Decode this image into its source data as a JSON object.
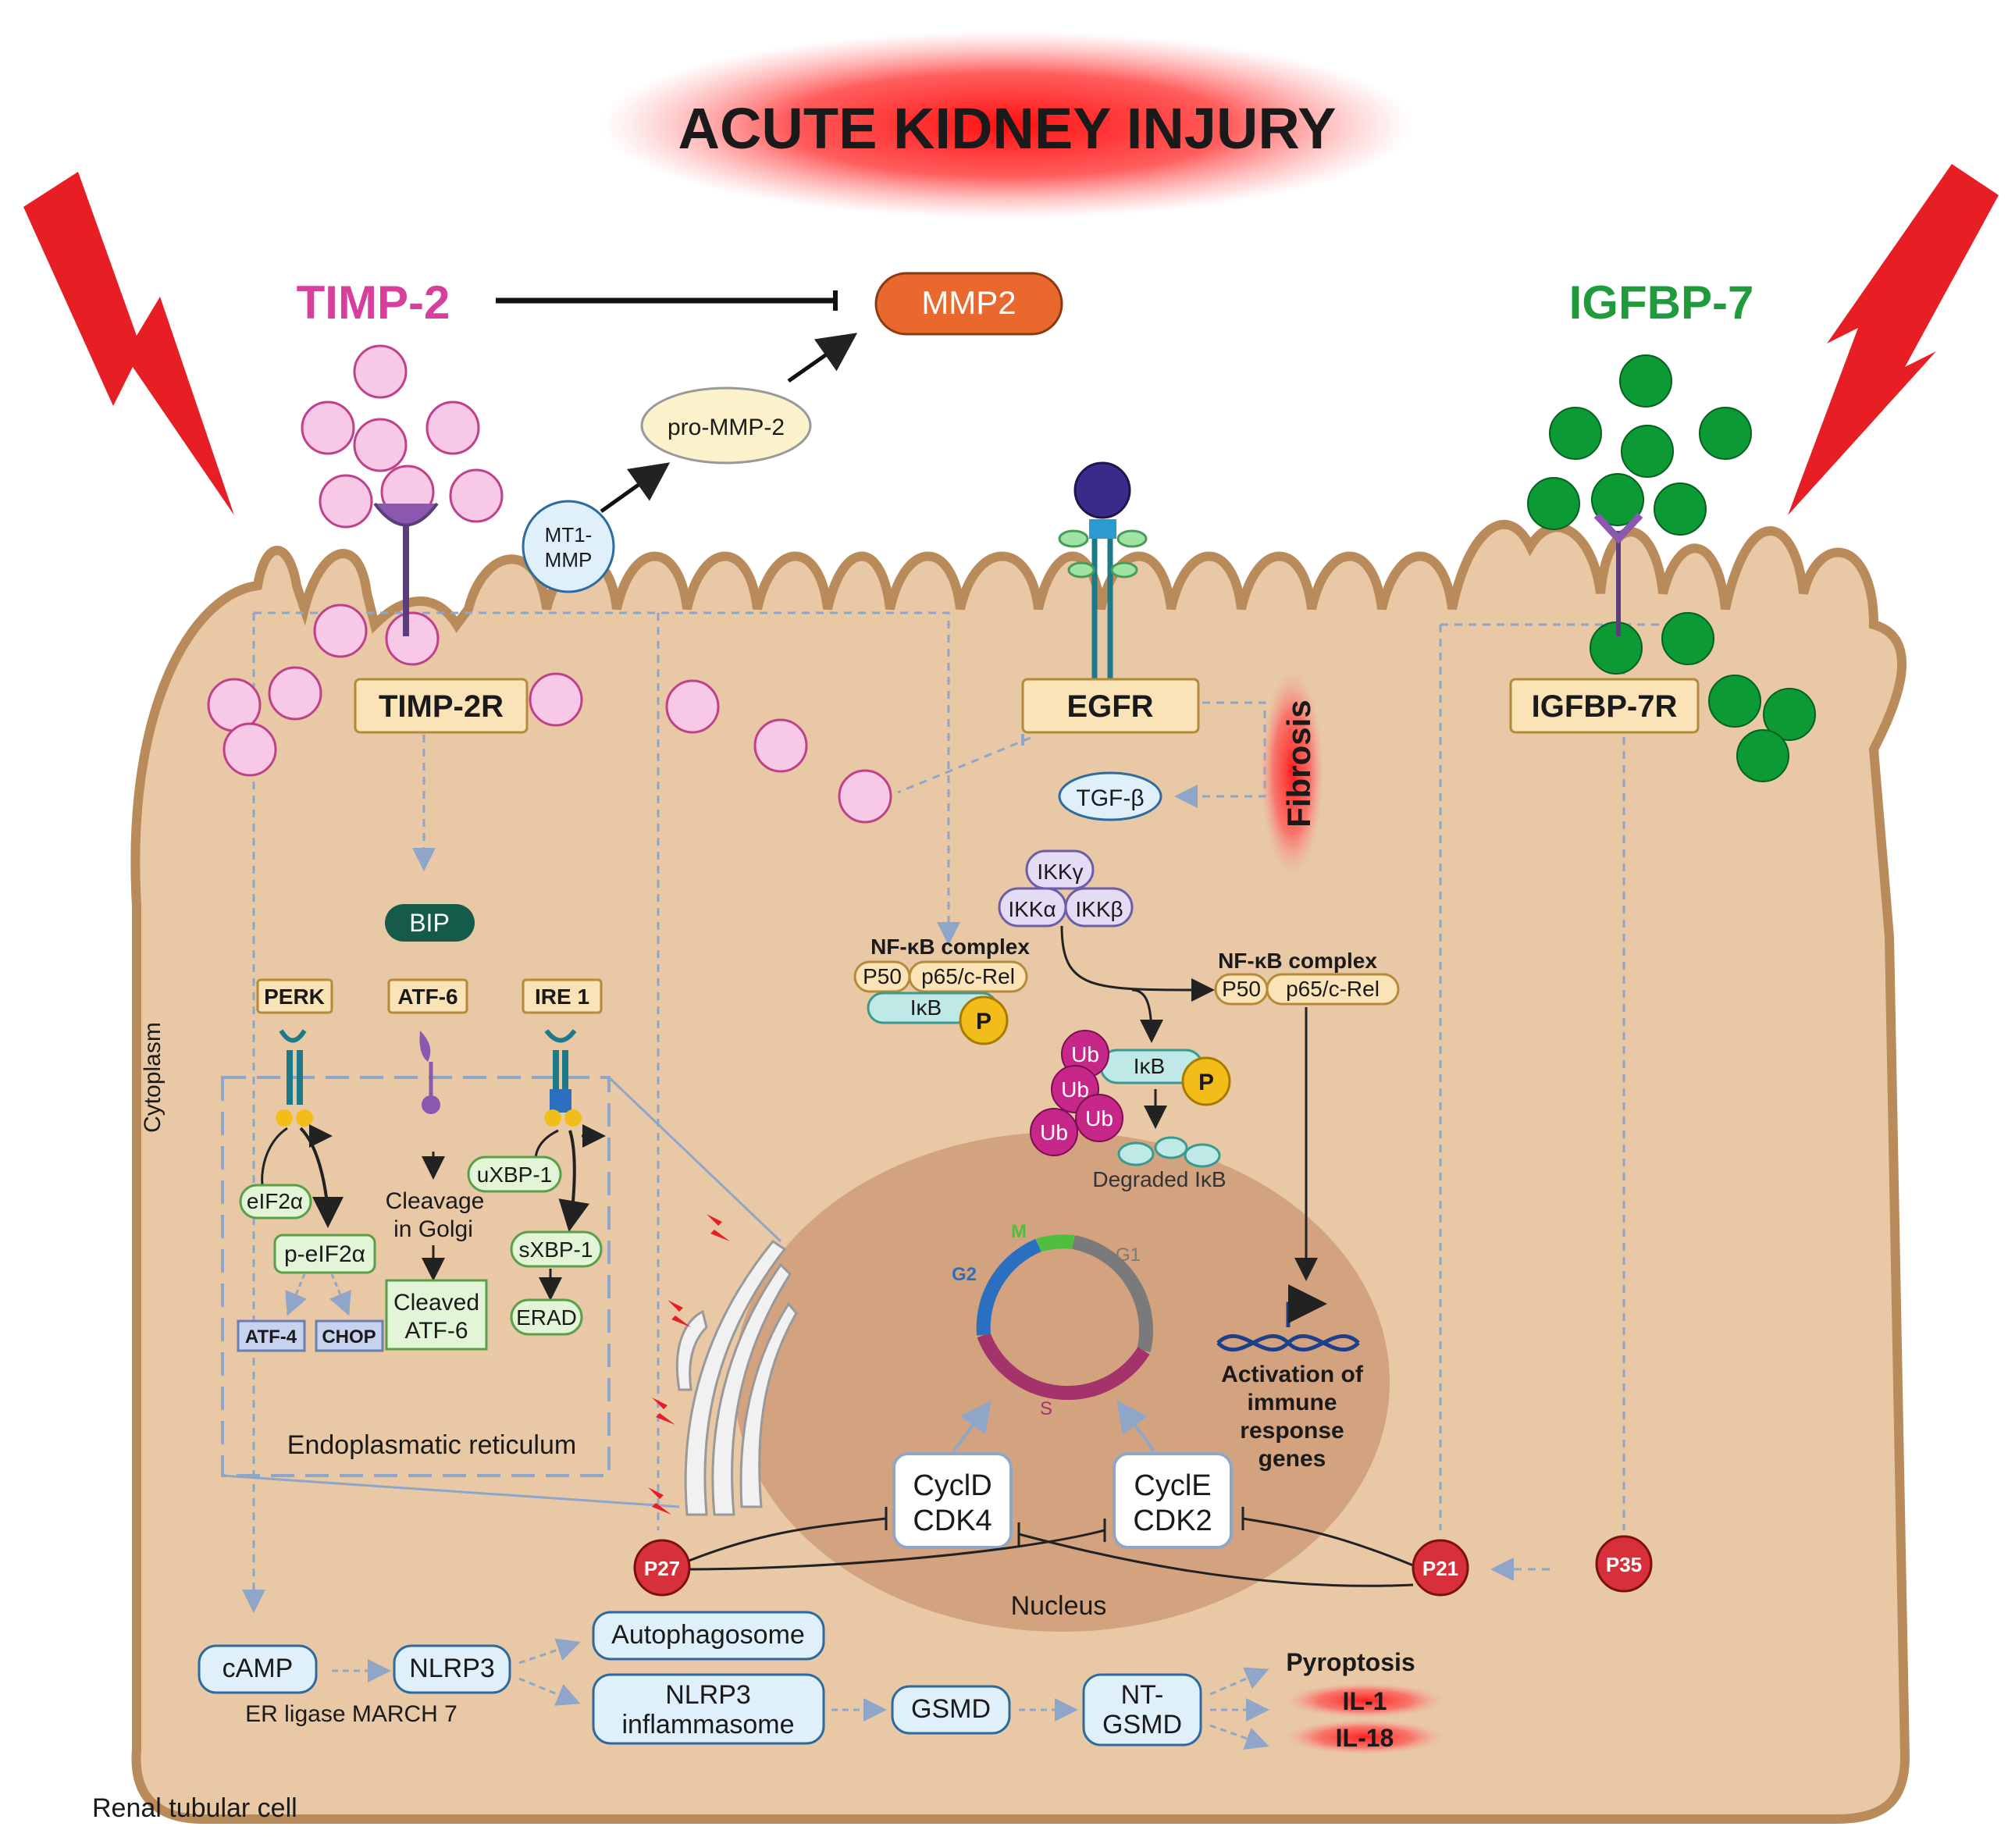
{
  "title": "ACUTE KIDNEY INJURY",
  "labels": {
    "timp2": "TIMP-2",
    "mmp2": "MMP2",
    "igfbp7": "IGFBP-7",
    "pro_mmp2": "pro-MMP-2",
    "mt1_mmp_line1": "MT1-",
    "mt1_mmp_line2": "MMP",
    "timp2r": "TIMP-2R",
    "egfr": "EGFR",
    "igfbp7r": "IGFBP-7R",
    "fibrosis": "Fibrosis",
    "tgfb": "TGF-β",
    "ikkg": "IKKγ",
    "ikka": "IKKα",
    "ikkb": "IKKβ",
    "nfkb_complex_1": "NF-κB complex",
    "nfkb_complex_2": "NF-κB complex",
    "p50_1": "P50",
    "p65_1": "p65/c-Rel",
    "p50_2": "P50",
    "p65_2": "p65/c-Rel",
    "ikb_1": "IκB",
    "ikb_2": "IκB",
    "p_1": "P",
    "p_2": "P",
    "ub": "Ub",
    "degraded_ikb": "Degraded IκB",
    "bip": "BIP",
    "perk": "PERK",
    "atf6": "ATF-6",
    "ire1": "IRE 1",
    "cytoplasm": "Cytoplasm",
    "eif2a": "eIF2α",
    "p_eif2a": "p-eIF2α",
    "atf4": "ATF-4",
    "chop": "CHOP",
    "cleavage_line1": "Cleavage",
    "cleavage_line2": "in Golgi",
    "cleaved_line1": "Cleaved",
    "cleaved_line2": "ATF-6",
    "uxbp1": "uXBP-1",
    "sxbp1": "sXBP-1",
    "erad": "ERAD",
    "er": "Endoplasmatic reticulum",
    "g2": "G2",
    "m": "M",
    "g1": "G1",
    "s": "S",
    "activation_line1": "Activation of",
    "activation_line2": "immune",
    "activation_line3": "response",
    "activation_line4": "genes",
    "cycd_line1": "CyclD",
    "cycd_line2": "CDK4",
    "cyce_line1": "CyclE",
    "cyce_line2": "CDK2",
    "p27": "P27",
    "p21": "P21",
    "p35": "P35",
    "nucleus": "Nucleus",
    "camp": "cAMP",
    "nlrp3": "NLRP3",
    "er_ligase": "ER ligase MARCH 7",
    "autophagosome": "Autophagosome",
    "inflammasome_line1": "NLRP3",
    "inflammasome_line2": "inflammasome",
    "gsmd": "GSMD",
    "ntgsmd_line1": "NT-",
    "ntgsmd_line2": "GSMD",
    "pyroptosis": "Pyroptosis",
    "il1": "IL-1",
    "il18": "IL-18",
    "renal": "Renal tubular cell"
  },
  "colors": {
    "cell_fill": "#e8c8a5",
    "cell_stroke": "#b98a5a",
    "nucleus_fill": "#d3a37f",
    "timp2": "#d63f9b",
    "igfbp7": "#1f9b3c",
    "pink_ball": "#f8c9e6",
    "green_ball": "#0c9a34",
    "bolt": "#e81e25",
    "mmp2_fill": "#e8682d",
    "p_marker": "#f2bd1b",
    "ub": "#c8278a",
    "stop_red": "#d8303a"
  }
}
